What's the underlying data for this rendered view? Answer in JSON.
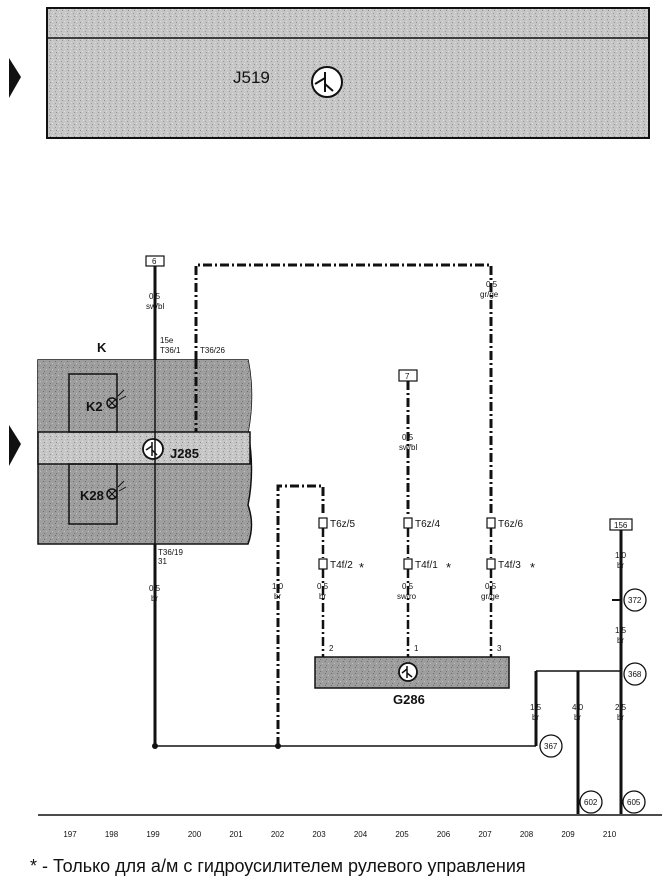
{
  "modules": {
    "j519": "J519",
    "k": "K",
    "k2": "K2",
    "k28": "K28",
    "j285": "J285",
    "g286": "G286"
  },
  "connectors": {
    "t36_1": "T36/1",
    "t36_1_pin": "15e",
    "t36_26": "T36/26",
    "t36_19": "T36/19",
    "t36_19_pin": "31",
    "t6z_5": "T6z/5",
    "t6z_4": "T6z/4",
    "t6z_6": "T6z/6",
    "t4f_2": "T4f/2",
    "t4f_1": "T4f/1",
    "t4f_3": "T4f/3",
    "asterisk": "*",
    "pin_2": "2",
    "pin_1": "1",
    "pin_3": "3"
  },
  "wires": {
    "w199_top_size": "0,5",
    "w199_top_color": "sw/bl",
    "w207_top_size": "0,5",
    "w207_top_color": "gr/ge",
    "w205_top_size": "0,5",
    "w205_top_color": "sw/bl",
    "w199_bot_size": "0,5",
    "w199_bot_color": "br",
    "w202_size": "1,0",
    "w202_color": "br",
    "w203_size": "0,5",
    "w203_color": "br",
    "w205_bot_size": "0,5",
    "w205_bot_color": "sw/ro",
    "w207_bot_size": "0,5",
    "w207_bot_color": "gr/ge",
    "w210_top_size": "1,0",
    "w210_top_color": "br",
    "w210_mid_size": "1,5",
    "w210_mid_color": "br",
    "w208_size": "1,5",
    "w208_color": "br",
    "w209_size": "4,0",
    "w209_color": "br",
    "w210_bot_size": "2,5",
    "w210_bot_color": "br"
  },
  "refs": {
    "box_6": "6",
    "box_7": "7",
    "box_156": "156",
    "c372": "372",
    "c368": "368",
    "c367": "367",
    "c602": "602",
    "c605": "605"
  },
  "grid": [
    "197",
    "198",
    "199",
    "200",
    "201",
    "202",
    "203",
    "204",
    "205",
    "206",
    "207",
    "208",
    "209",
    "210"
  ],
  "footnote": "* - Только для а/м с гидроусилителем рулевого управления"
}
